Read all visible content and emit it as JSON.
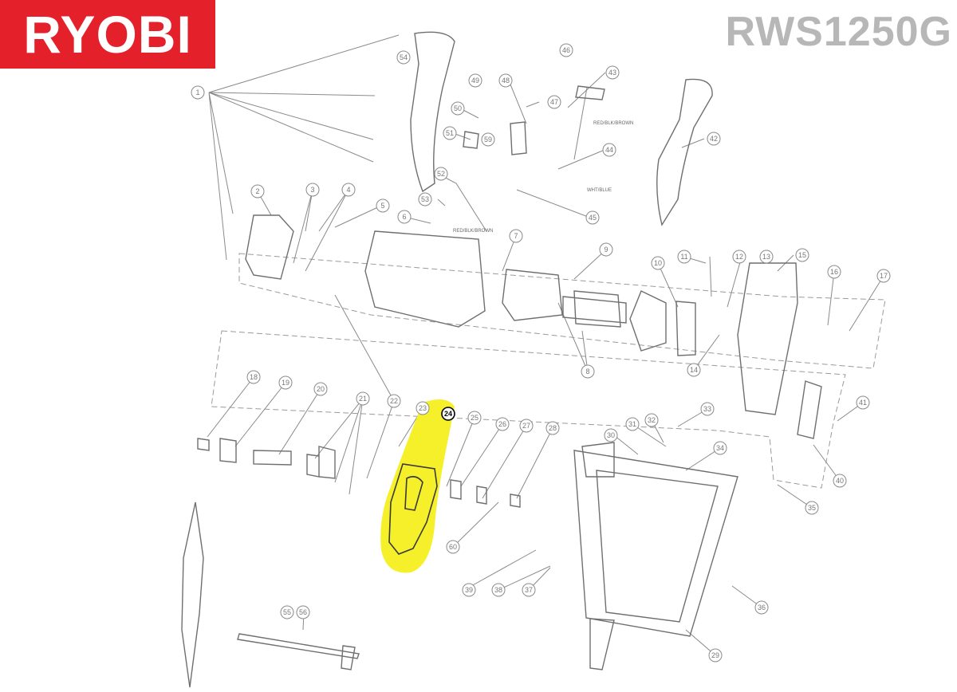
{
  "brand": {
    "logo_text": "RYOBI",
    "logo_color": "#e4212a"
  },
  "model": "RWS1250G",
  "diagram": {
    "kind": "exploded-parts-view",
    "highlighted_part": "24",
    "highlight_color": "#f5f02a",
    "line_color": "#8a8a8a",
    "callouts": [
      "1",
      "2",
      "3",
      "4",
      "5",
      "6",
      "7",
      "8",
      "9",
      "10",
      "11",
      "12",
      "13",
      "14",
      "15",
      "16",
      "17",
      "18",
      "19",
      "20",
      "21",
      "22",
      "23",
      "24",
      "25",
      "26",
      "27",
      "28",
      "29",
      "30",
      "31",
      "32",
      "33",
      "34",
      "35",
      "36",
      "37",
      "38",
      "39",
      "40",
      "41",
      "42",
      "43",
      "44",
      "45",
      "46",
      "47",
      "48",
      "49",
      "50",
      "51",
      "52",
      "53",
      "54",
      "55",
      "56",
      "59",
      "60"
    ],
    "wire_labels": [
      "RED/BLK/BROWN",
      "WHT/BLUE",
      "RED/BLK/BROWN"
    ]
  }
}
